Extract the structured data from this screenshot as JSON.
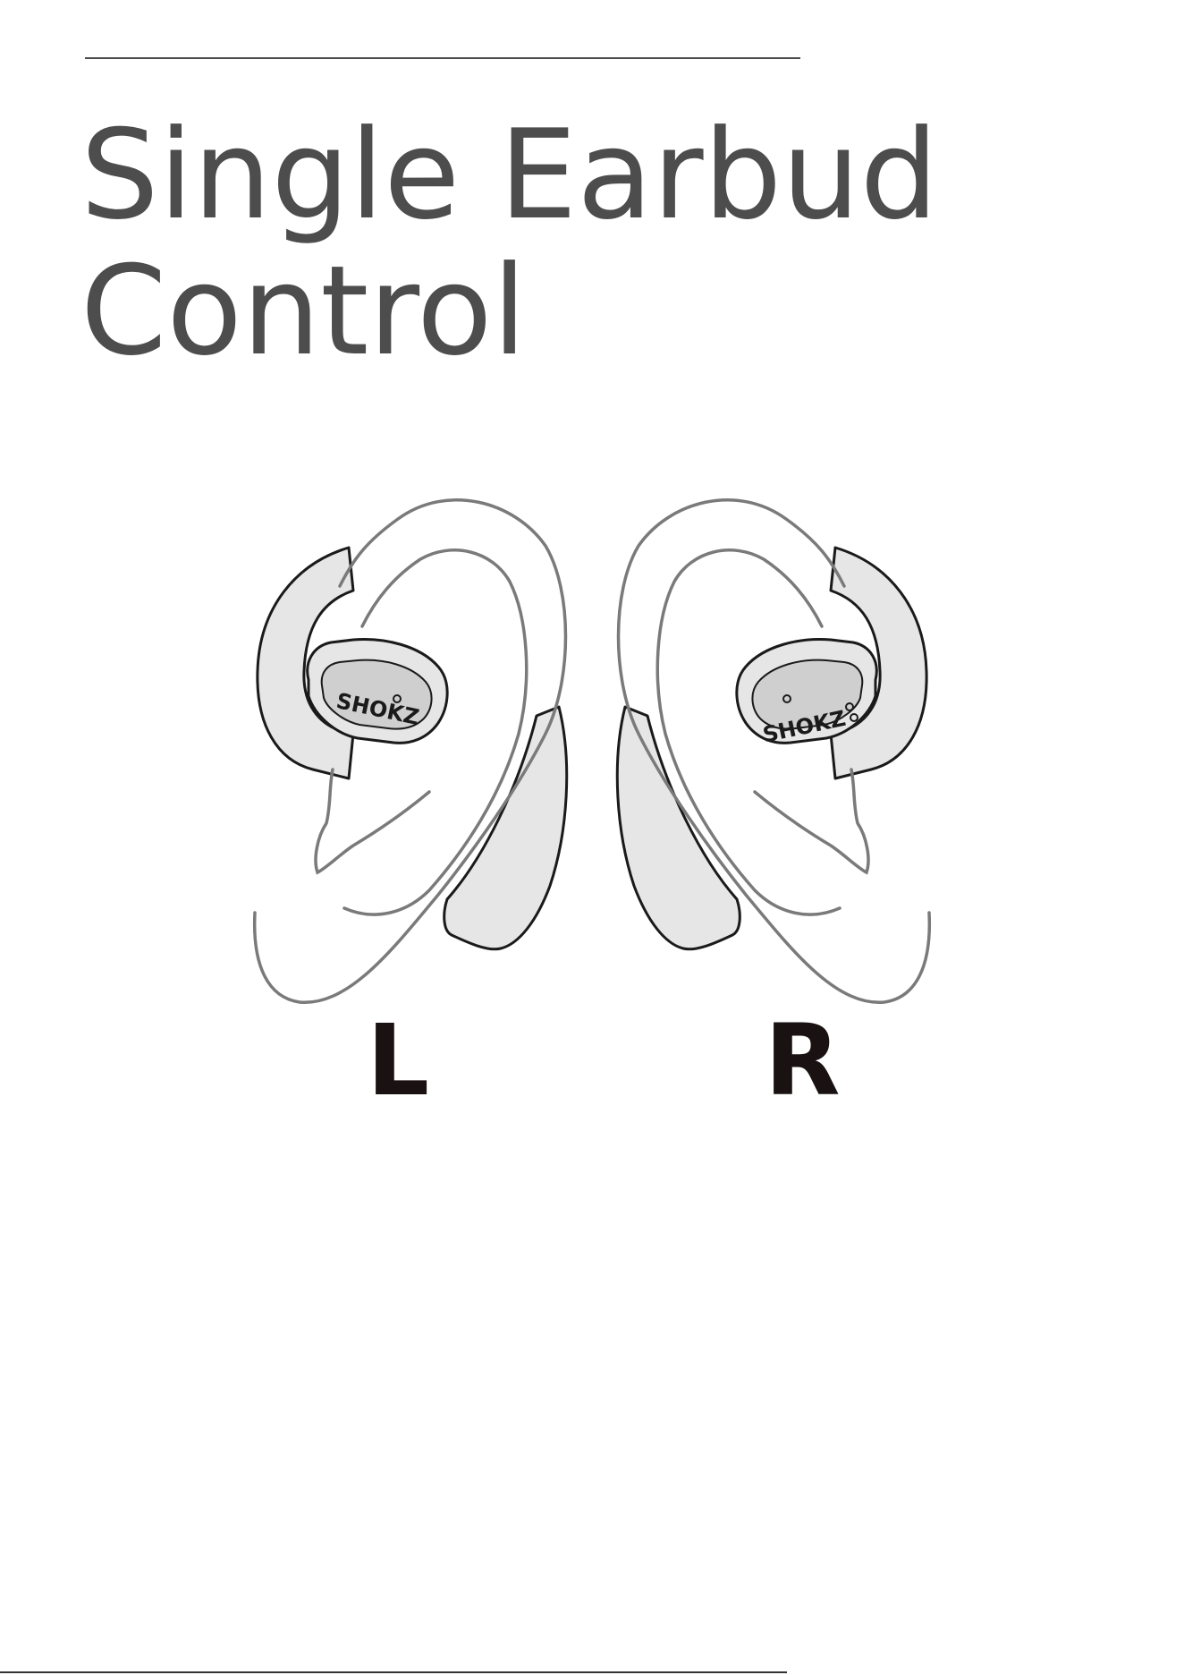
{
  "document": {
    "title_line1": "Single Earbud",
    "title_line2": "Control",
    "left_label": "L",
    "right_label": "R",
    "brand_left": "SHOKZ",
    "brand_right": "SHOKZ"
  },
  "colors": {
    "title": "#4d4d4d",
    "label": "#1a1212",
    "ear_outline": "#7a7a7a",
    "earbud_fill": "#e6e6e6",
    "earbud_outline": "#1a1a1a"
  },
  "icons": {
    "left_earbud": "left-earbud-icon",
    "right_earbud": "right-earbud-icon"
  }
}
